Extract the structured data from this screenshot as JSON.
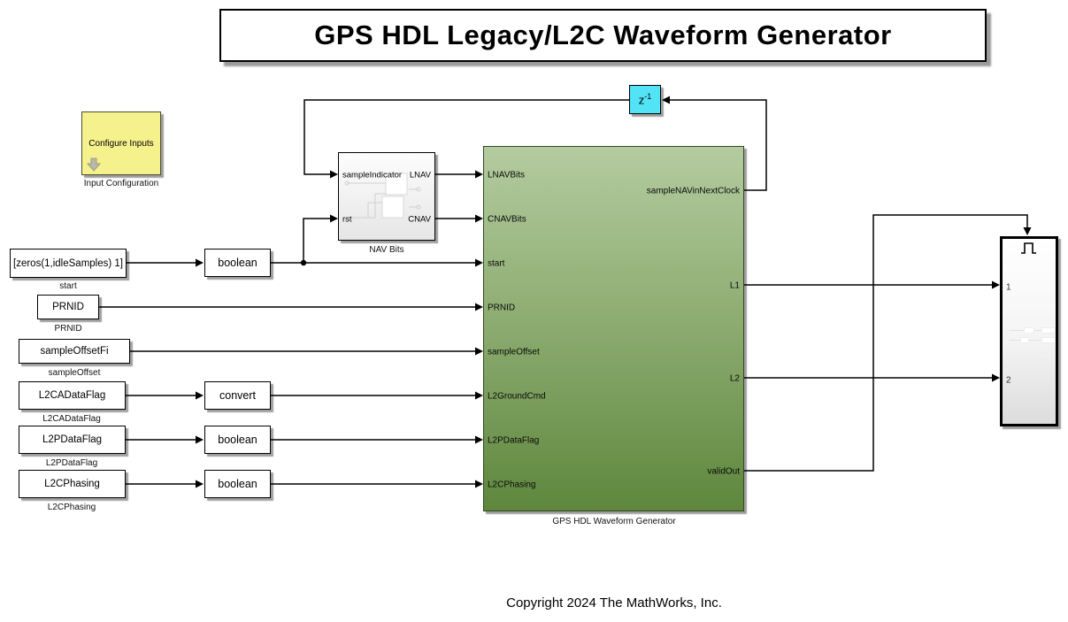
{
  "title": {
    "text": "GPS HDL Legacy/L2C Waveform Generator"
  },
  "copyright": "Copyright 2024 The MathWorks, Inc.",
  "colors": {
    "generator_top": "#b4cb9f",
    "generator_bottom": "#5e873d",
    "delay_cyan": "#52e4f6",
    "config_yellow": "#f5f18c",
    "wire": "#000000"
  },
  "config_block": {
    "text": "Configure Inputs",
    "label": "Input Configuration"
  },
  "delay_block": {
    "base": "z",
    "exponent": "-1"
  },
  "nav_bits": {
    "label": "NAV Bits",
    "inputs": [
      "sampleIndicator",
      "rst"
    ],
    "outputs": [
      "LNAV",
      "CNAV"
    ]
  },
  "sources": [
    {
      "text": "[zeros(1,idleSamples) 1]",
      "label": "start"
    },
    {
      "text": "PRNID",
      "label": "PRNID"
    },
    {
      "text": "sampleOffsetFi",
      "label": "sampleOffset"
    },
    {
      "text": "L2CADataFlag",
      "label": "L2CADataFlag"
    },
    {
      "text": "L2PDataFlag",
      "label": "L2PDataFlag"
    },
    {
      "text": "L2CPhasing",
      "label": "L2CPhasing"
    }
  ],
  "converters": [
    {
      "text": "boolean"
    },
    {
      "text": "convert"
    },
    {
      "text": "boolean"
    },
    {
      "text": "boolean"
    }
  ],
  "generator": {
    "label": "GPS HDL Waveform Generator",
    "inputs": [
      "LNAVBits",
      "CNAVBits",
      "start",
      "PRNID",
      "sampleOffset",
      "L2GroundCmd",
      "L2PDataFlag",
      "L2CPhasing"
    ],
    "outputs": [
      "sampleNAVinNextClock",
      "L1",
      "L2",
      "validOut"
    ]
  },
  "scope": {
    "ports": [
      "1",
      "2"
    ]
  }
}
